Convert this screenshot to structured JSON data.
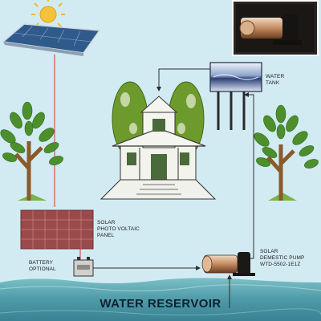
{
  "labels": {
    "water_tank": [
      "WATER",
      "TANK"
    ],
    "solar_panel": [
      "SOLAR",
      "PHOTO VOLTAIC",
      "PANEL"
    ],
    "battery": [
      "BATTERY",
      "OPTIONAL"
    ],
    "pump": [
      "SOLAR",
      "DEMESTIC PUMP",
      "WTD-5502-1E1Z"
    ],
    "reservoir": "WATER RESERVOIR"
  },
  "colors": {
    "background": "#d2ebf3",
    "power_line": "#d9342a",
    "water_line": "#2c2c2c",
    "panel": "#2f5a8a",
    "tree_green": "#4c8f2c",
    "trunk": "#8a5a2b",
    "water": "#5aa6b0",
    "sun": "#f3c33a"
  }
}
